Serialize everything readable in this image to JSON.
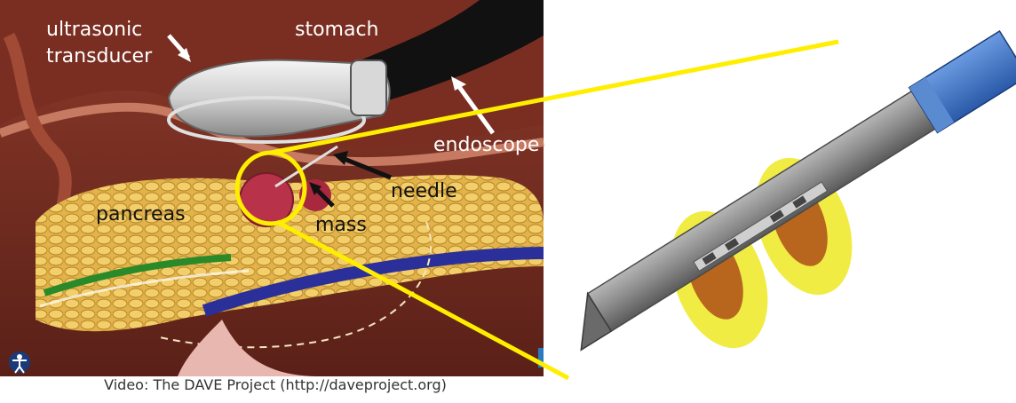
{
  "illustration": {
    "labels": {
      "ultrasonic": "ultrasonic",
      "transducer": "transducer",
      "stomach": "stomach",
      "endoscope": "endoscope",
      "needle": "needle",
      "mass": "mass",
      "pancreas": "pancreas"
    }
  },
  "caption": "Video: The DAVE Project (http://daveproject.org)",
  "colors": {
    "highlight": "#ffee00",
    "probe_tip": "#3a6fc0",
    "probe_body": "#8a8a8a",
    "coil_bronze": "#b8661e"
  }
}
